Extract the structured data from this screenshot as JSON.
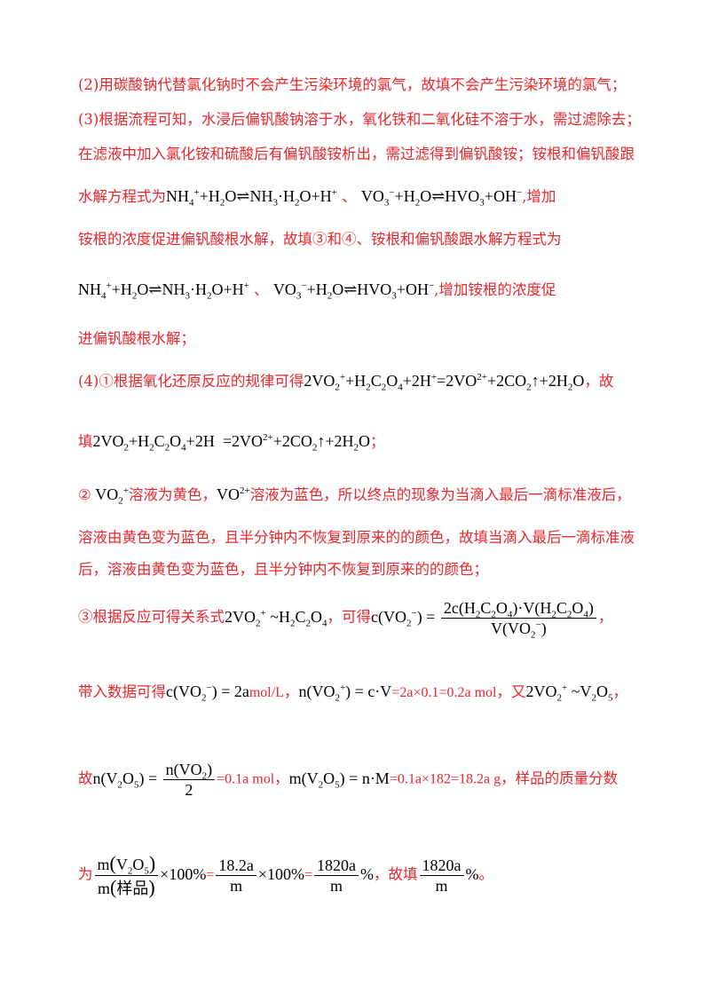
{
  "p2": "(2)用碳酸钠代替氯化钠时不会产生污染环境的氯气，故填不会产生污染环境的氯气；",
  "p3_l1": "(3)根据流程可知，水浸后偏钒酸钠溶于水，氧化铁和二氧化硅不溶于水，需过滤除去；",
  "p3_l2": "在滤液中加入氯化铵和硫酸后有偏钒酸铵析出，需过滤得到偏钒酸铵；铵根和偏钒酸跟",
  "p3_l3_lead": "水解方程式为",
  "p3_l3_sep": "、",
  "p3_l3_tail": ",增加",
  "p3_l4": "铵根的浓度促进偏钒酸根水解，故填③和④、铵根和偏钒酸跟水解方程式为",
  "p3_l5_sep": "、",
  "p3_l5_tail": ",增加铵根的浓度促",
  "p3_l6": "进偏钒酸根水解；",
  "p4_l1_lead": "(4)①根据氧化还原反应的规律可得",
  "p4_l1_tail": "，故",
  "p4_l2_lead": "填",
  "p4_l2_tail": "；",
  "p4b_l1_lead": "②",
  "p4b_l1_mid1": "溶液为黄色，",
  "p4b_l1_mid2": "溶液为蓝色，所以终点的现象为当滴入最后一滴标准液后，",
  "p4b_l2": "溶液由黄色变为蓝色，且半分钟内不恢复到原来的的颜色，故填当滴入最后一滴标准液",
  "p4b_l3": "后，溶液由黄色变为蓝色，且半分钟内不恢复到原来的的颜色；",
  "p4c_l1_lead": "③根据反应可得关系式",
  "p4c_l1_mid": "，可得",
  "p4c_l1_tail": "，",
  "p4c_l2_lead": "带入数据可得",
  "p4c_l2_unit1": "mol/L",
  "p4c_l2_sep": "，",
  "p4c_l2_calc": "=2a×0.1=0.2a mol",
  "p4c_l2_you": "，又",
  "p4c_l2_tail": "，",
  "p4c_l3_lead": "故",
  "p4c_l3_val1": "=0.1a mol",
  "p4c_l3_sep": "，",
  "p4c_l3_val2": "=0.1a×182=18.2a g",
  "p4c_l3_tail": "，样品的质量分数",
  "p4c_l4_lead": "为",
  "p4c_l4_eq1": "=",
  "p4c_l4_eq2": "=",
  "p4c_l4_gu": "，故填",
  "p4c_l4_end": "。",
  "frac_num_18": "18.2a",
  "frac_num_1820": "1820a",
  "frac_den_m": "m",
  "pct": "%",
  "times100": "×100%",
  "sample": "样品",
  "colors": {
    "text_red": "#e8262b",
    "formula_black": "#000000",
    "background": "#ffffff"
  }
}
